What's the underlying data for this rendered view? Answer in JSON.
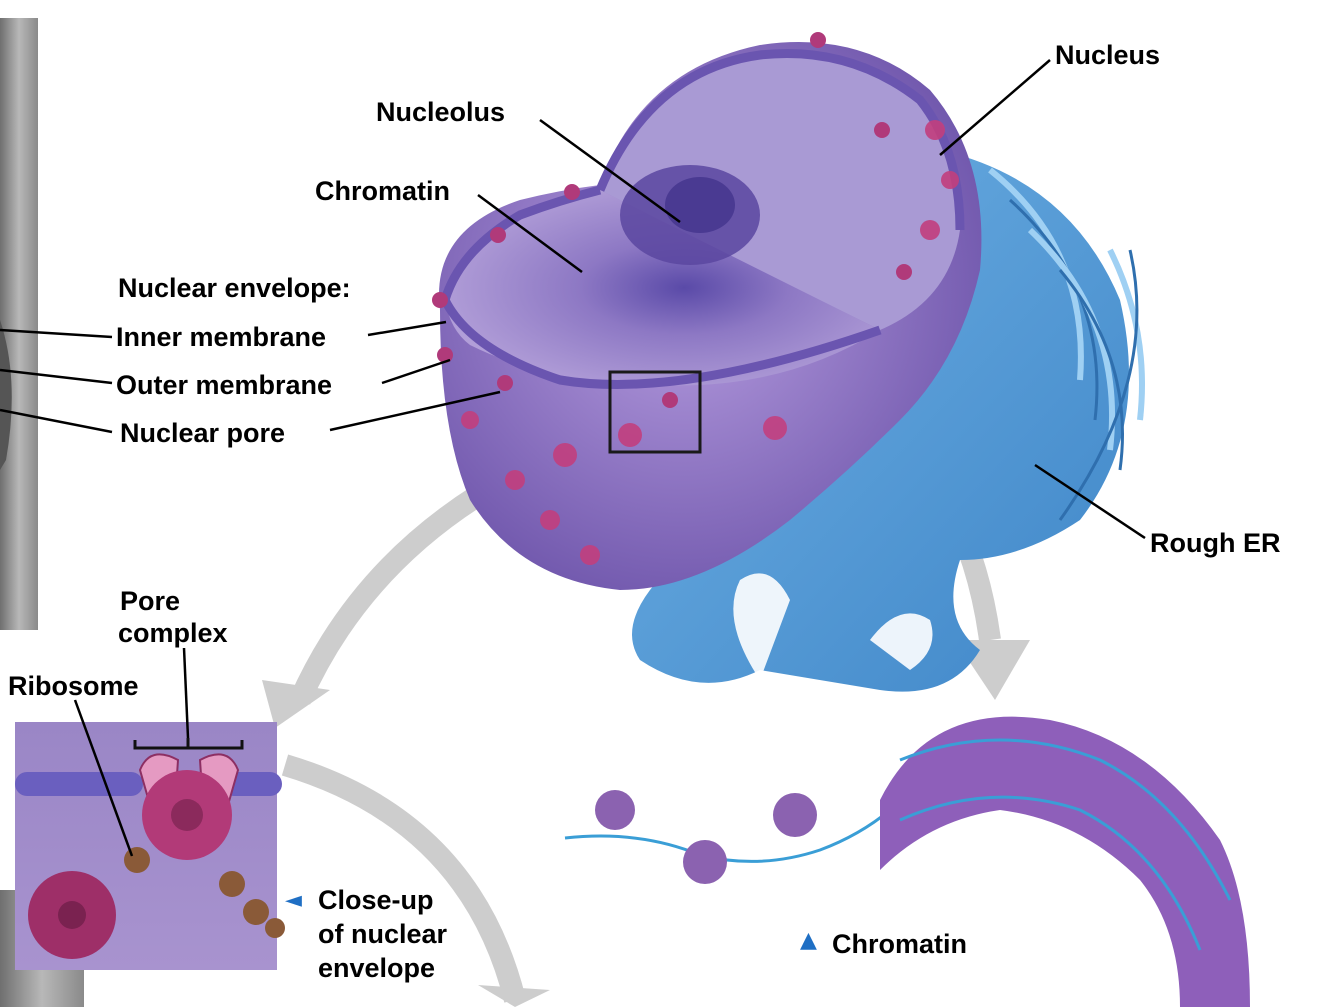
{
  "labels": {
    "nucleus": "Nucleus",
    "nucleolus": "Nucleolus",
    "chromatin": "Chromatin",
    "nuclear_envelope": "Nuclear envelope:",
    "inner_membrane": "Inner membrane",
    "outer_membrane": "Outer membrane",
    "nuclear_pore": "Nuclear pore",
    "rough_er": "Rough ER",
    "pore_complex": [
      "Pore",
      "complex"
    ],
    "ribosome": "Ribosome",
    "closeup_caption": [
      "Close-up",
      "of nuclear",
      "envelope"
    ],
    "chromatin_caption": "Chromatin"
  },
  "colors": {
    "nucleus_purple": "#8a6fc0",
    "er_blue": "#4f9ad6",
    "pore_magenta": "#b03a7a",
    "ribosome_brown": "#7a5a3c",
    "arrow_gray": "#c8c8c8",
    "pointer_blue": "#1f6fc4"
  },
  "pointers": {
    "closeup": "◄",
    "chromatin": "▲"
  }
}
